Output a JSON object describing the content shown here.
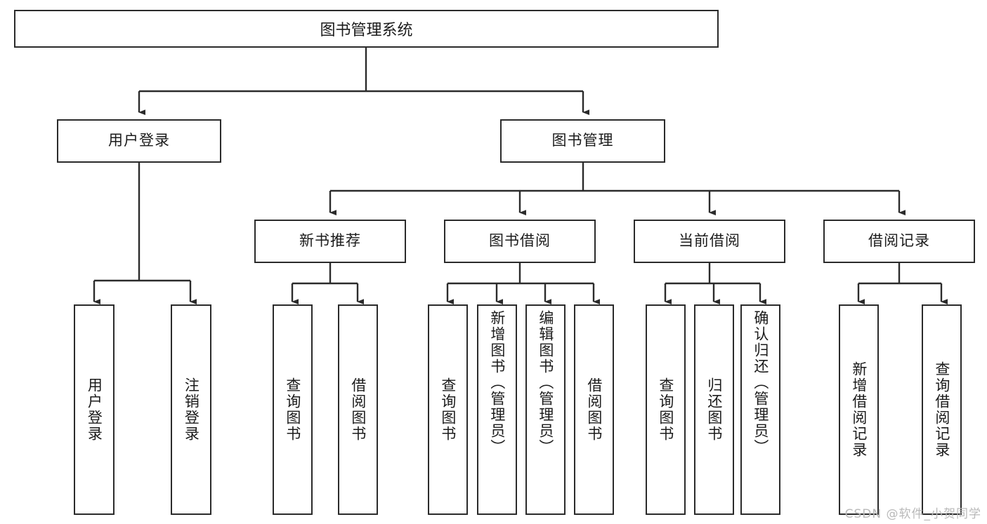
{
  "diagram": {
    "title": "图书管理系统",
    "watermark": "CSDN @软件_小贺同学",
    "colors": {
      "box_border": "#2b2b2b",
      "text": "#1b1b1b",
      "background": "#ffffff",
      "watermark": "#b9b9b9"
    },
    "levels": {
      "root": {
        "label": "图书管理系统"
      },
      "level2": [
        {
          "label": "用户登录"
        },
        {
          "label": "图书管理"
        }
      ],
      "level3": [
        {
          "label": "新书推荐"
        },
        {
          "label": "图书借阅"
        },
        {
          "label": "当前借阅"
        },
        {
          "label": "借阅记录"
        }
      ],
      "leaves": [
        {
          "label": "用户登录",
          "parent": "用户登录"
        },
        {
          "label": "注销登录",
          "parent": "用户登录"
        },
        {
          "label": "查询图书",
          "parent": "新书推荐"
        },
        {
          "label": "借阅图书",
          "parent": "新书推荐"
        },
        {
          "label": "查询图书",
          "parent": "图书借阅"
        },
        {
          "label": "新增图书（管理员）",
          "parent": "图书借阅"
        },
        {
          "label": "编辑图书（管理员）",
          "parent": "图书借阅"
        },
        {
          "label": "借阅图书",
          "parent": "图书借阅"
        },
        {
          "label": "查询图书",
          "parent": "当前借阅"
        },
        {
          "label": "归还图书",
          "parent": "当前借阅"
        },
        {
          "label": "确认归还（管理员）",
          "parent": "当前借阅"
        },
        {
          "label": "新增借阅记录",
          "parent": "借阅记录"
        },
        {
          "label": "查询借阅记录",
          "parent": "借阅记录"
        }
      ]
    }
  }
}
